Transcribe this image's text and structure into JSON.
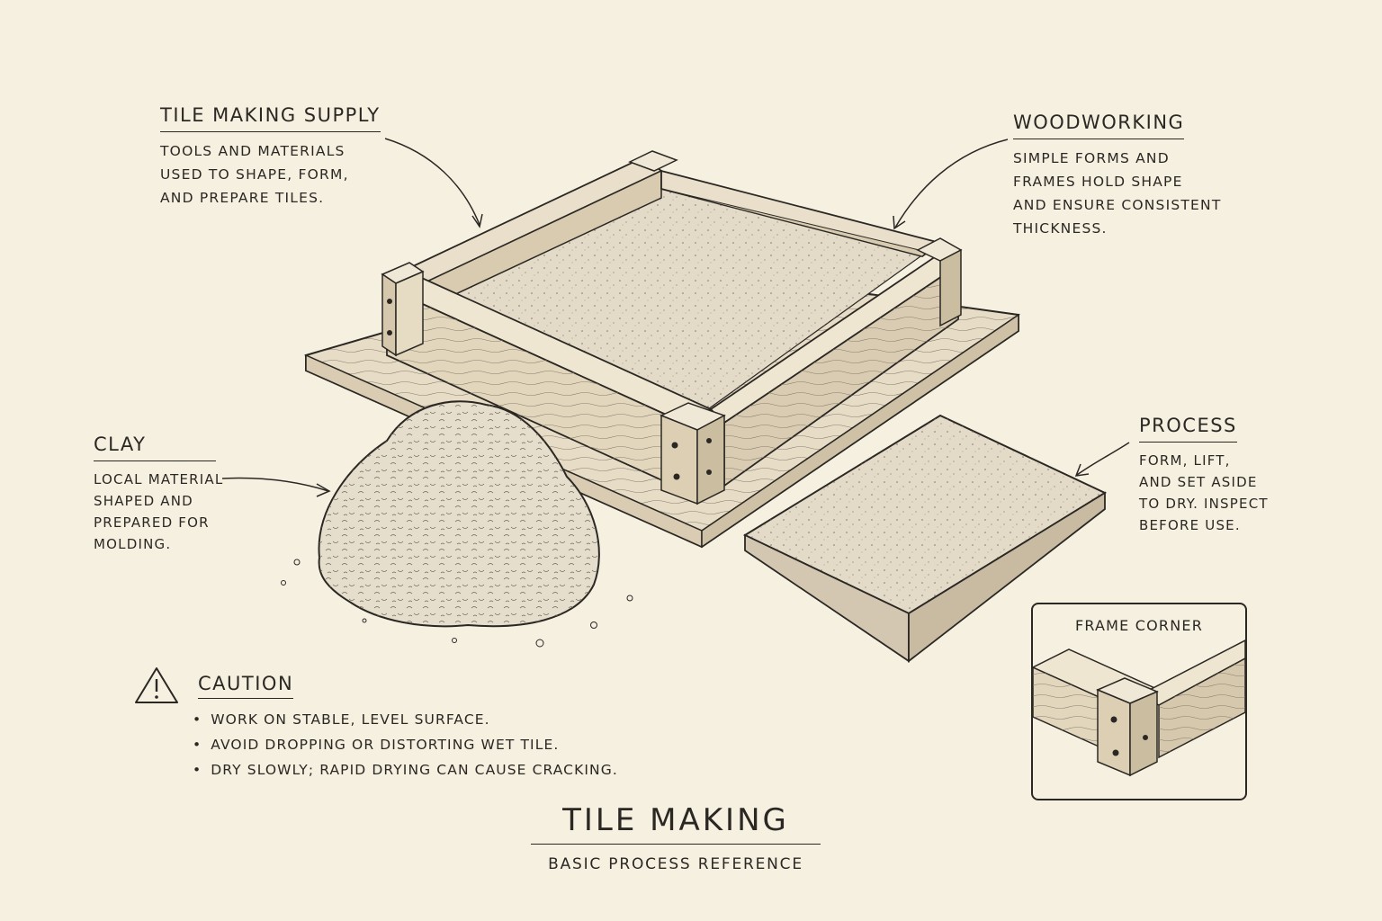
{
  "labels": {
    "supply": {
      "title": "TILE MAKING SUPPLY",
      "lines": [
        "TOOLS AND MATERIALS",
        "USED TO SHAPE, FORM,",
        "AND PREPARE TILES."
      ]
    },
    "woodworking": {
      "title": "WOODWORKING",
      "lines": [
        "SIMPLE FORMS AND",
        "FRAMES HOLD SHAPE",
        "AND ENSURE CONSISTENT",
        "THICKNESS."
      ]
    },
    "clay": {
      "title": "CLAY",
      "lines": [
        "LOCAL MATERIAL",
        "SHAPED AND",
        "PREPARED FOR",
        "MOLDING."
      ]
    },
    "process": {
      "title": "PROCESS",
      "lines": [
        "FORM, LIFT,",
        "AND SET ASIDE",
        "TO DRY. INSPECT",
        "BEFORE USE."
      ]
    }
  },
  "caution": {
    "icon": "warning-triangle-icon",
    "title": "CAUTION",
    "items": [
      "WORK ON STABLE, LEVEL SURFACE.",
      "AVOID DROPPING OR DISTORTING WET TILE.",
      "DRY SLOWLY; RAPID DRYING CAN CAUSE CRACKING."
    ]
  },
  "inset": {
    "title": "FRAME CORNER"
  },
  "footer": {
    "title": "TILE MAKING",
    "subtitle": "BASIC PROCESS REFERENCE"
  },
  "colors": {
    "paper": "#f6f0e1",
    "ink": "#2b2824",
    "wood": "#e7dcc6",
    "clay": "#e3dac8"
  }
}
